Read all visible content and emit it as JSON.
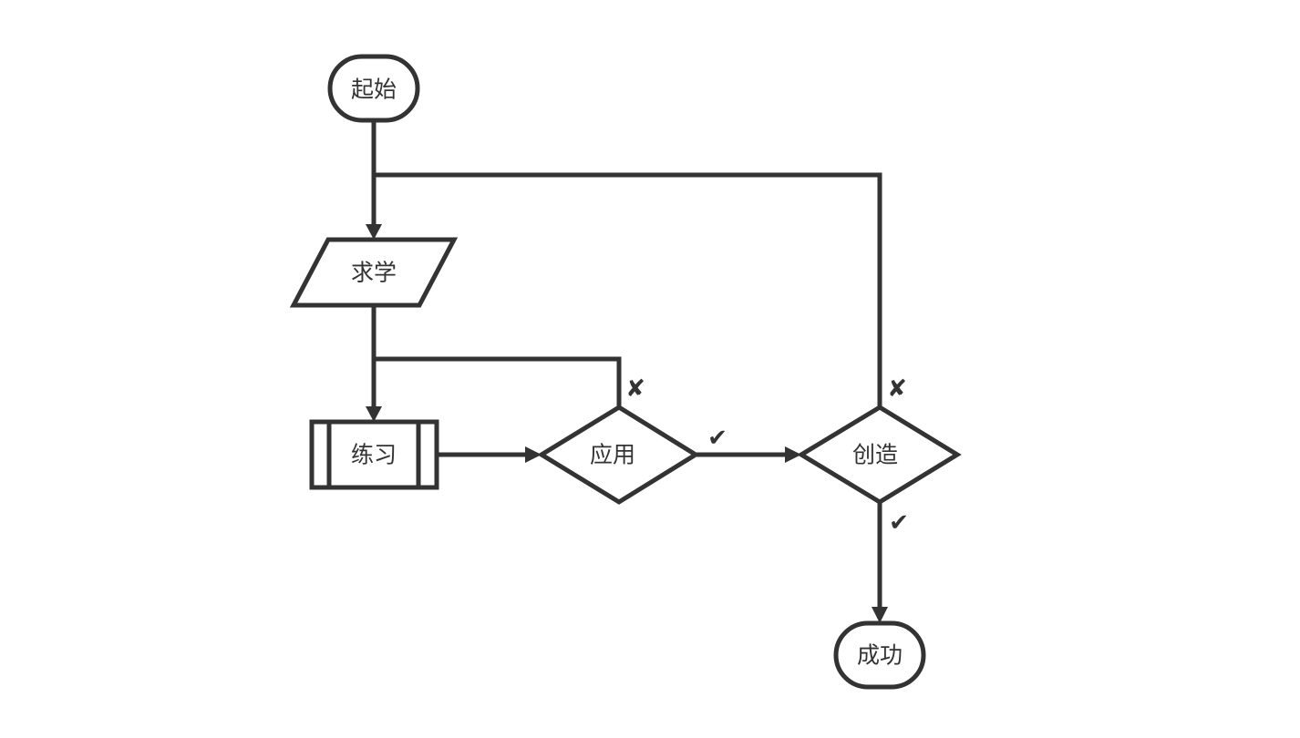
{
  "diagram": {
    "type": "flowchart",
    "nodes": [
      {
        "id": "start",
        "shape": "terminator",
        "label": "起始"
      },
      {
        "id": "learn",
        "shape": "parallelogram",
        "label": "求学"
      },
      {
        "id": "practice",
        "shape": "predefined-process",
        "label": "练习"
      },
      {
        "id": "apply",
        "shape": "decision",
        "label": "应用"
      },
      {
        "id": "create",
        "shape": "decision",
        "label": "创造"
      },
      {
        "id": "success",
        "shape": "terminator",
        "label": "成功"
      }
    ],
    "edges": [
      {
        "from": "start",
        "to": "learn",
        "label": ""
      },
      {
        "from": "learn",
        "to": "practice",
        "label": ""
      },
      {
        "from": "practice",
        "to": "apply",
        "label": ""
      },
      {
        "from": "apply",
        "to": "create",
        "label": "✔"
      },
      {
        "from": "apply",
        "to": "practice",
        "label": "✘"
      },
      {
        "from": "create",
        "to": "success",
        "label": "✔"
      },
      {
        "from": "create",
        "to": "learn",
        "label": "✘"
      }
    ],
    "colors": {
      "stroke": "#333333",
      "fill": "#ffffff",
      "text": "#333333"
    }
  }
}
